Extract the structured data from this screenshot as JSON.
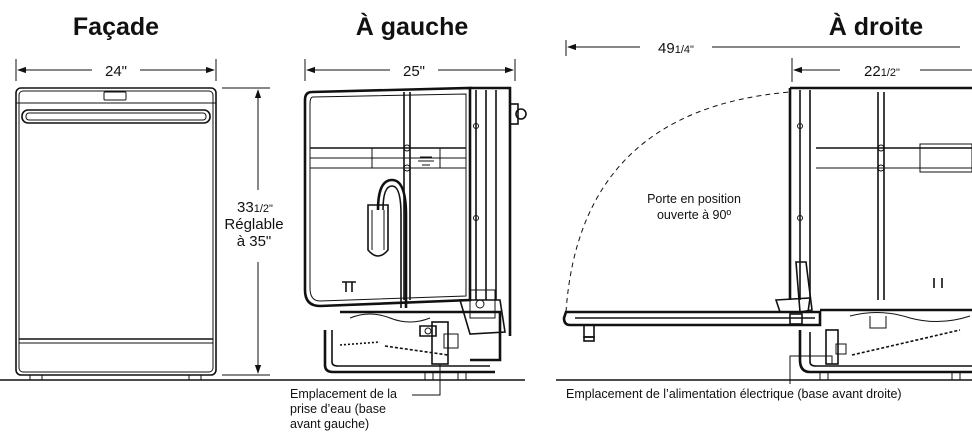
{
  "views": {
    "front": {
      "title": "Façade",
      "width": "24\""
    },
    "left": {
      "title": "À gauche",
      "depth": "25\"",
      "height_main": "33",
      "height_frac": "1/2\"",
      "height_adj_1": "Réglable",
      "height_adj_2": "à 35\"",
      "water_1": "Emplacement de la",
      "water_2": "prise d’eau (base",
      "water_3": "avant gauche)"
    },
    "right": {
      "title": "À droite",
      "total_main": "49",
      "total_frac": "1/4\"",
      "cab_main": "22",
      "cab_frac": "1/2\"",
      "door_1": "Porte en position",
      "door_2": "ouverte à 90º",
      "power": "Emplacement de l’alimentation électrique (base avant droite)"
    }
  }
}
